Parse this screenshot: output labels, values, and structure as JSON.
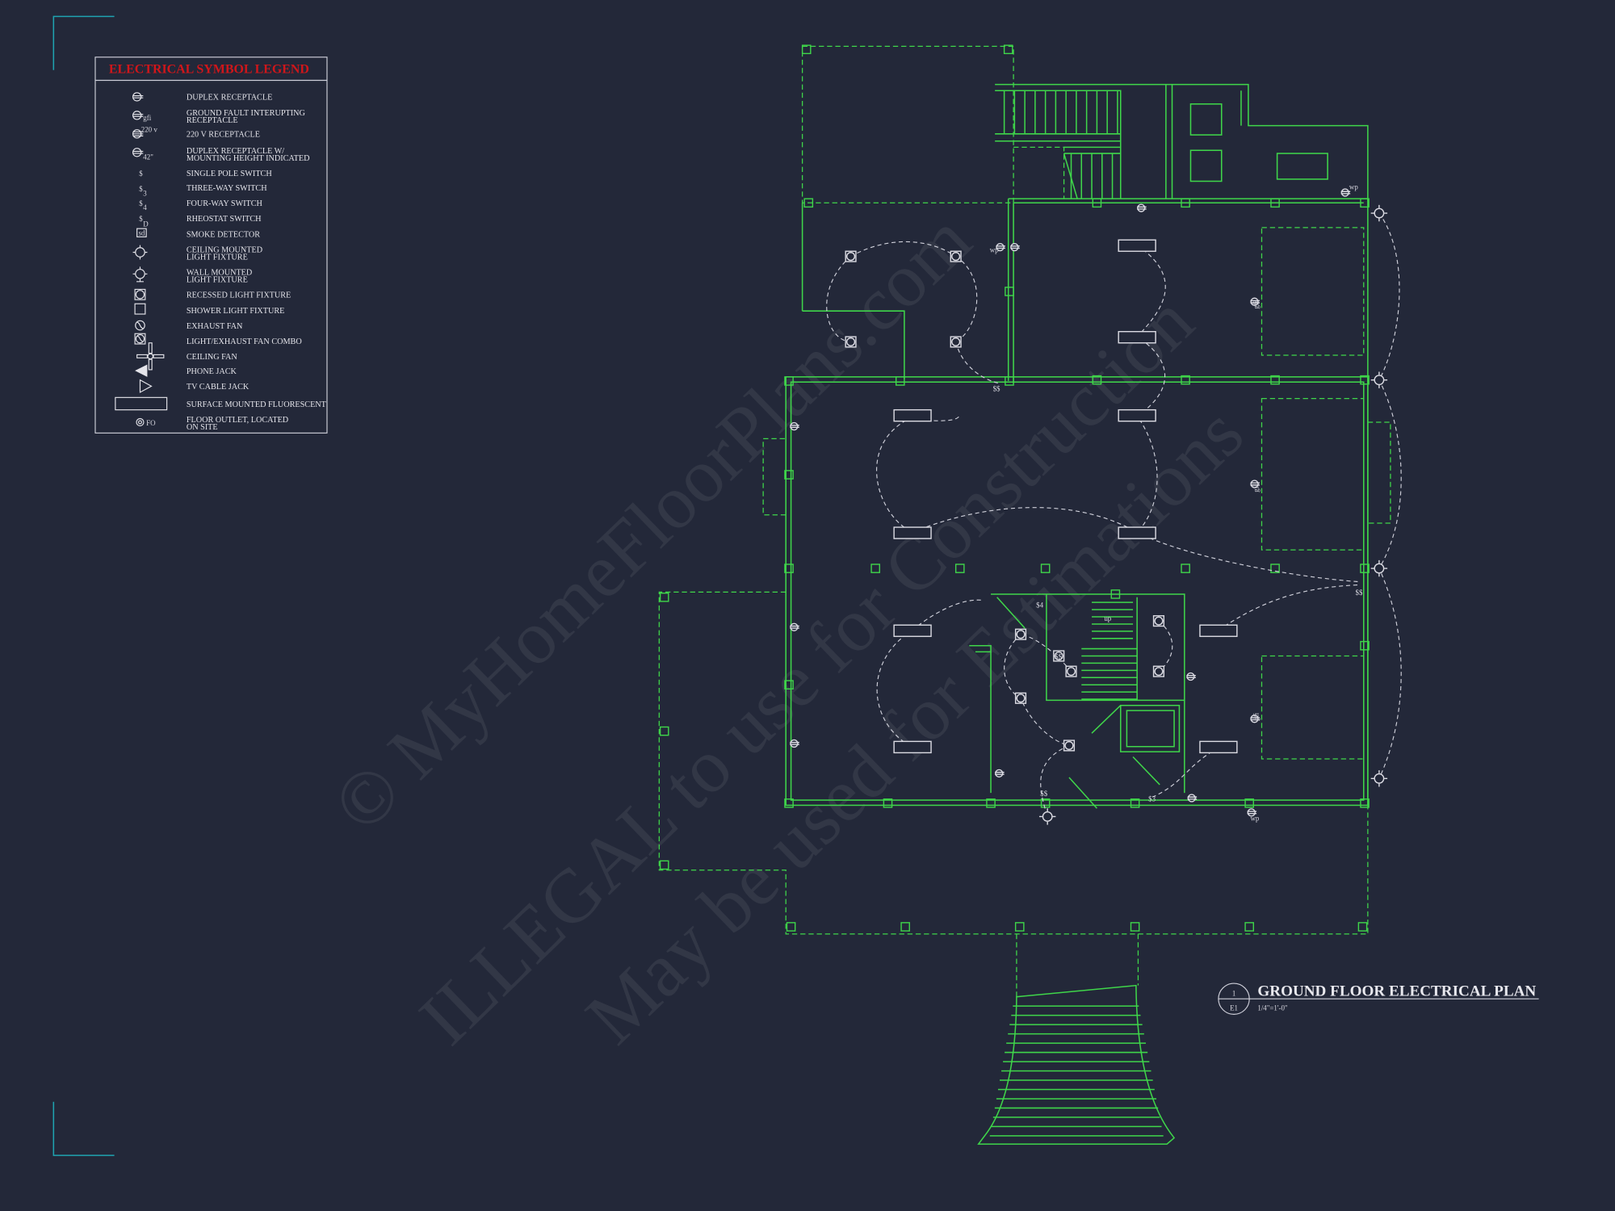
{
  "legend": {
    "title": "ELECTRICAL SYMBOL LEGEND",
    "items": [
      {
        "icon": "duplex-receptacle-icon",
        "lines": [
          "DUPLEX RECEPTACLE"
        ]
      },
      {
        "icon": "gfi-receptacle-icon",
        "tag": "gfi",
        "lines": [
          "GROUND FAULT INTERUPTING",
          "RECEPTACLE"
        ]
      },
      {
        "icon": "220v-receptacle-icon",
        "tag": "220 v",
        "lines": [
          "220 V RECEPTACLE"
        ]
      },
      {
        "icon": "receptacle-height-icon",
        "tag": "42\"",
        "lines": [
          "DUPLEX RECEPTACLE W/",
          "MOUNTING HEIGHT INDICATED"
        ]
      },
      {
        "icon": "single-pole-switch-icon",
        "tag": "$",
        "lines": [
          "SINGLE POLE SWITCH"
        ]
      },
      {
        "icon": "three-way-switch-icon",
        "tag": "3",
        "lines": [
          "THREE-WAY SWITCH"
        ]
      },
      {
        "icon": "four-way-switch-icon",
        "tag": "4",
        "lines": [
          "FOUR-WAY SWITCH"
        ]
      },
      {
        "icon": "rheostat-switch-icon",
        "tag": "D",
        "lines": [
          "RHEOSTAT SWITCH"
        ]
      },
      {
        "icon": "smoke-detector-icon",
        "tag": "sd",
        "lines": [
          "SMOKE DETECTOR"
        ]
      },
      {
        "icon": "ceiling-light-icon",
        "lines": [
          "CEILING MOUNTED",
          "LIGHT FIXTURE"
        ]
      },
      {
        "icon": "wall-light-icon",
        "lines": [
          "WALL MOUNTED",
          "LIGHT FIXTURE"
        ]
      },
      {
        "icon": "recessed-light-icon",
        "lines": [
          "RECESSED LIGHT FIXTURE"
        ]
      },
      {
        "icon": "shower-light-icon",
        "lines": [
          "SHOWER LIGHT FIXTURE"
        ]
      },
      {
        "icon": "exhaust-fan-icon",
        "lines": [
          "EXHAUST FAN"
        ]
      },
      {
        "icon": "light-exhaust-combo-icon",
        "lines": [
          "LIGHT/EXHAUST FAN COMBO"
        ]
      },
      {
        "icon": "ceiling-fan-icon",
        "lines": [
          "CEILING FAN"
        ]
      },
      {
        "icon": "phone-jack-icon",
        "lines": [
          "PHONE JACK"
        ]
      },
      {
        "icon": "tv-cable-jack-icon",
        "lines": [
          "TV CABLE JACK"
        ]
      },
      {
        "icon": "surface-fluorescent-icon",
        "lines": [
          "SURFACE MOUNTED FLUORESCENT"
        ]
      },
      {
        "icon": "floor-outlet-icon",
        "tag": "FO",
        "lines": [
          "FLOOR OUTLET, LOCATED",
          "ON SITE"
        ]
      }
    ]
  },
  "drawing_title": {
    "number": "1",
    "sheet": "E1",
    "title": "GROUND FLOOR ELECTRICAL PLAN",
    "scale": "1/4\"=1'-0\""
  },
  "plan_labels": {
    "up": "up",
    "wp": "wp",
    "gfi": "gfi",
    "s3": "$3",
    "s4": "$4",
    "ss": "$$"
  },
  "watermark": {
    "line1": "© MyHomeFloorPlans.com",
    "line2": "ILLEGAL to use for Construction",
    "line3": "May be used for Estimations"
  },
  "colors": {
    "background": "#232839",
    "walls": "#3fd64a",
    "legend_title": "#d0161a",
    "corner_marks": "#1fa3b0"
  }
}
